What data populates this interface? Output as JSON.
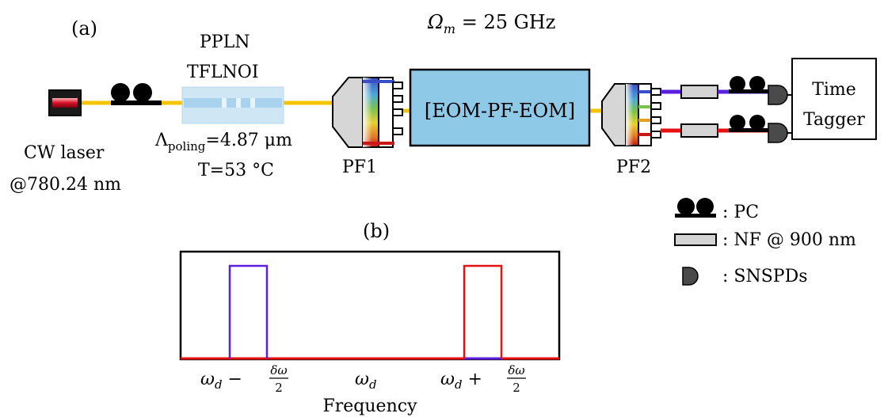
{
  "panel_a": {
    "label": "(a)",
    "modulation_symbol": "Ω",
    "modulation_subscript": "m",
    "modulation_value": " = 25 GHz",
    "laser_line1": "CW laser",
    "laser_line2": "@780.24 nm",
    "crystal_line1": "PPLN",
    "crystal_line2": "TFLNOI",
    "poling_symbol": "Λ",
    "poling_subscript": "poling",
    "poling_value": "=4.87 μm",
    "temperature": "T=53 °C",
    "pf1_label": "PF1",
    "eom_label": "[EOM-PF-EOM]",
    "pf2_label": "PF2",
    "tagger_line1": "Time",
    "tagger_line2": "Tagger"
  },
  "legend": {
    "pc": ": PC",
    "nf": ": NF @ 900 nm",
    "snspd": ": SNSPDs"
  },
  "panel_b": {
    "label": "(b)",
    "xlabel": "Frequency",
    "tick_left_main": "ω",
    "tick_left_sub": "d",
    "tick_left_op": " − ",
    "tick_center_main": "ω",
    "tick_center_sub": "d",
    "tick_right_main": "ω",
    "tick_right_sub": "d",
    "tick_right_op": " + ",
    "frac_num": "δω",
    "frac_den": "2"
  },
  "colors": {
    "fiber": "#f5c400",
    "eom_fill": "#8ec9e8",
    "crystal_fill": "#cfe6f5",
    "signal_blue": "#5b1fe0",
    "signal_red": "#e81010",
    "panel_border": "#000000"
  }
}
